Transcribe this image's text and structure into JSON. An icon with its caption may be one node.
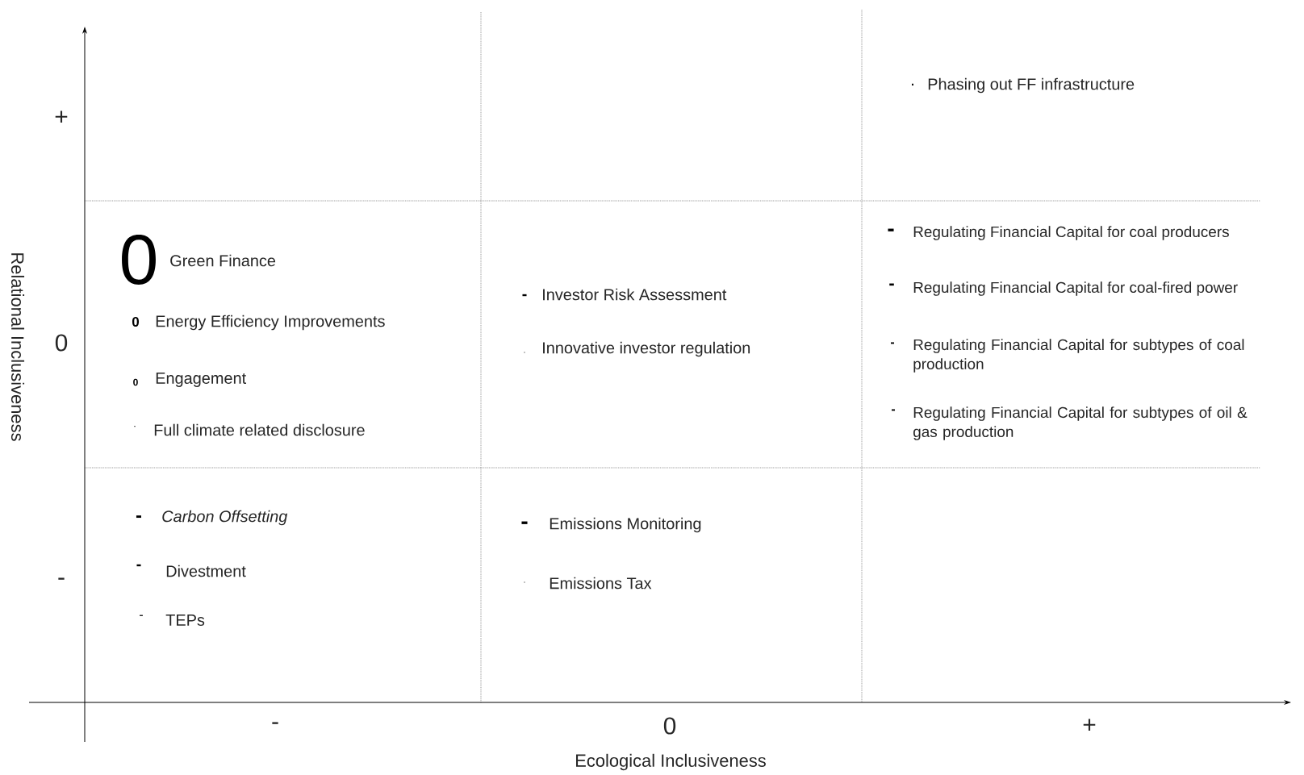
{
  "diagram": {
    "labels": [
      "+",
      "0",
      "-",
      "·",
      "Phasing out FF infrastructure",
      "0",
      "Green Finance",
      "0",
      "Energy Efficiency Improvements",
      "0",
      "Engagement",
      "·",
      "Full climate related disclosure",
      "-",
      "Investor Risk Assessment",
      "·",
      "Innovative investor regulation",
      "-",
      "Regulating Financial Capital for coal producers",
      "-",
      "Regulating Financial Capital for coal-fired power",
      "-",
      "Regulating Financial Capital for subtypes of coal production",
      "-",
      "Regulating Financial Capital for subtypes of oil & gas production",
      "-",
      "Carbon Offsetting",
      "-",
      "Divestment",
      "-",
      "TEPs",
      "-",
      "Emissions Monitoring",
      "·",
      "Emissions Tax",
      "-",
      "0",
      "+",
      "Ecological Inclusiveness",
      "Relational Inclusiveness"
    ]
  }
}
